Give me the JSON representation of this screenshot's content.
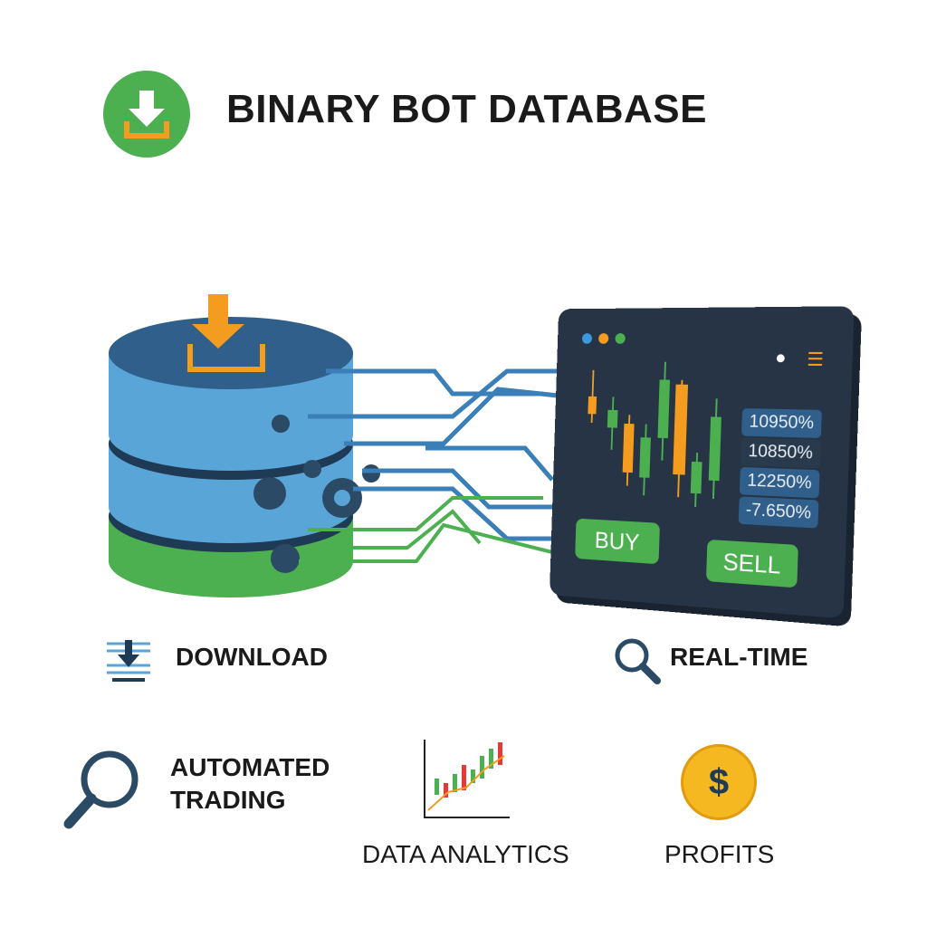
{
  "header": {
    "title": "BINARY BOT DATABASE",
    "icon": "download-icon"
  },
  "panel": {
    "percentages": [
      "10950%",
      "10850%",
      "12250%",
      "-7.650%"
    ],
    "buy_label": "BUY",
    "sell_label": "SELL"
  },
  "features": {
    "download": "DOWNLOAD",
    "realtime": "REAL-TIME",
    "automated_line1": "AUTOMATED",
    "automated_line2": "TRADING",
    "analytics": "DATA ANALYTICS",
    "profits": "PROFITS",
    "dollar": "$"
  },
  "colors": {
    "green": "#4caf50",
    "blue": "#3b7fb8",
    "navy": "#263445",
    "orange": "#f39c1f"
  }
}
